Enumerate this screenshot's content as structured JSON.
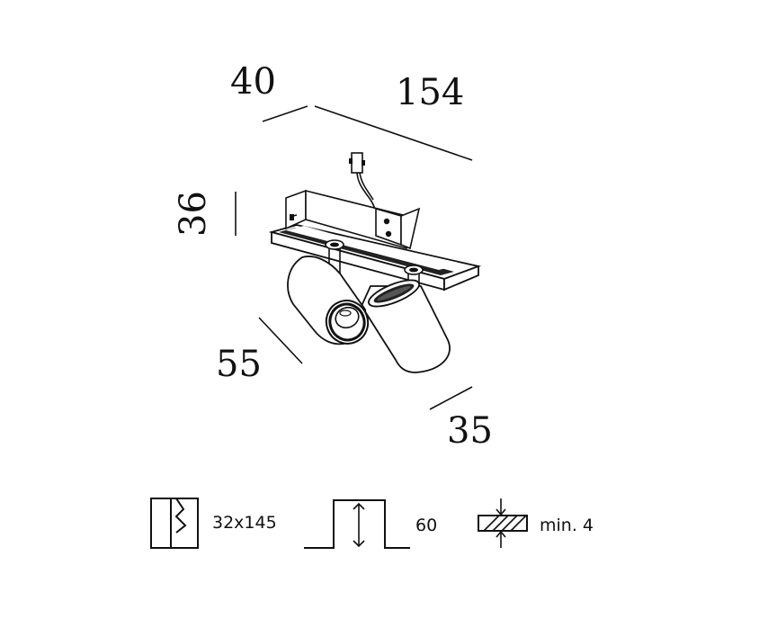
{
  "dimensions": {
    "depth_top": "40",
    "length": "154",
    "height": "36",
    "head_length": "55",
    "head_diameter": "35"
  },
  "specs": {
    "cutout": "32x145",
    "recess_depth": "60",
    "ceiling_thickness": "min. 4"
  },
  "colors": {
    "line": "#111111",
    "background": "#ffffff"
  },
  "icons": [
    "cutout-icon",
    "recess-depth-icon",
    "ceiling-thickness-icon"
  ]
}
